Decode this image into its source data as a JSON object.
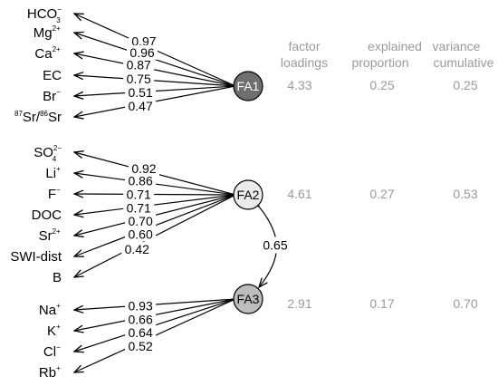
{
  "columns": {
    "loadings": [
      "factor",
      "loadings"
    ],
    "proportion": [
      "explained",
      "proportion"
    ],
    "cumulative": [
      "variance",
      "cumulative"
    ]
  },
  "factors": [
    {
      "id": "FA1",
      "label": "FA1",
      "fill": "#6f6f6f",
      "text_color": "#ffffff",
      "stats": {
        "loadings": "4.33",
        "proportion": "0.25",
        "cumulative": "0.25"
      },
      "variables": [
        {
          "base": "HCO",
          "sub": "3",
          "sup": "−",
          "loading": "0.97"
        },
        {
          "base": "Mg",
          "sup": "2+",
          "loading": "0.96"
        },
        {
          "base": "Ca",
          "sup": "2+",
          "loading": "0.87"
        },
        {
          "base": "EC",
          "loading": "0.75"
        },
        {
          "base": "Br",
          "sup": "−",
          "loading": "0.51"
        },
        {
          "pre1": "87",
          "mid": "Sr/",
          "pre2": "86",
          "base": "Sr",
          "loading": "0.47"
        }
      ]
    },
    {
      "id": "FA2",
      "label": "FA2",
      "fill": "#ebebeb",
      "text_color": "#000000",
      "stats": {
        "loadings": "4.61",
        "proportion": "0.27",
        "cumulative": "0.53"
      },
      "variables": [
        {
          "base": "SO",
          "sub": "4",
          "sup": "2−",
          "loading": "0.92"
        },
        {
          "base": "Li",
          "sup": "+",
          "loading": "0.86"
        },
        {
          "base": "F",
          "sup": "−",
          "loading": "0.71"
        },
        {
          "base": "DOC",
          "loading": "0.71"
        },
        {
          "base": "Sr",
          "sup": "2+",
          "loading": "0.70"
        },
        {
          "base": "SWI-dist",
          "loading": "0.60"
        },
        {
          "base": "B",
          "loading": "0.42"
        }
      ]
    },
    {
      "id": "FA3",
      "label": "FA3",
      "fill": "#bdbdbd",
      "text_color": "#000000",
      "stats": {
        "loadings": "2.91",
        "proportion": "0.17",
        "cumulative": "0.70"
      },
      "variables": [
        {
          "base": "Na",
          "sup": "+",
          "loading": "0.93"
        },
        {
          "base": "K",
          "sup": "+",
          "loading": "0.66"
        },
        {
          "base": "Cl",
          "sup": "−",
          "loading": "0.64"
        },
        {
          "base": "Rb",
          "sup": "+",
          "loading": "0.52"
        }
      ]
    }
  ],
  "correlation": {
    "between": [
      "FA2",
      "FA3"
    ],
    "value": "0.65"
  }
}
